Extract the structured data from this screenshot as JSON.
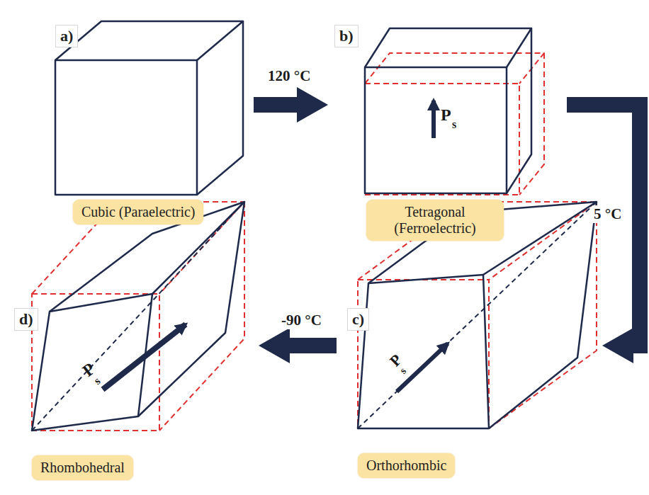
{
  "diagram": {
    "nodes": [
      {
        "text": [
          "a)",
          "Cubic (Paraelectric)"
        ]
      },
      {
        "text": [
          "b)",
          "Tetragonal (Ferroelectric)"
        ]
      },
      {
        "text": [
          "c)",
          "Orthorhombic"
        ]
      },
      {
        "text": [
          "d)",
          "Rhombohedral"
        ]
      }
    ],
    "edges": [
      {
        "from": 0,
        "to": 1,
        "label": "120 °C",
        "arrow": "to"
      },
      {
        "from": 1,
        "to": 2,
        "label": "5 °C",
        "arrow": "to"
      },
      {
        "from": 2,
        "to": 3,
        "label": "-90 °C",
        "arrow": "to"
      }
    ],
    "labels": [
      "P",
      "s",
      "P",
      "s",
      "P",
      "s"
    ]
  }
}
